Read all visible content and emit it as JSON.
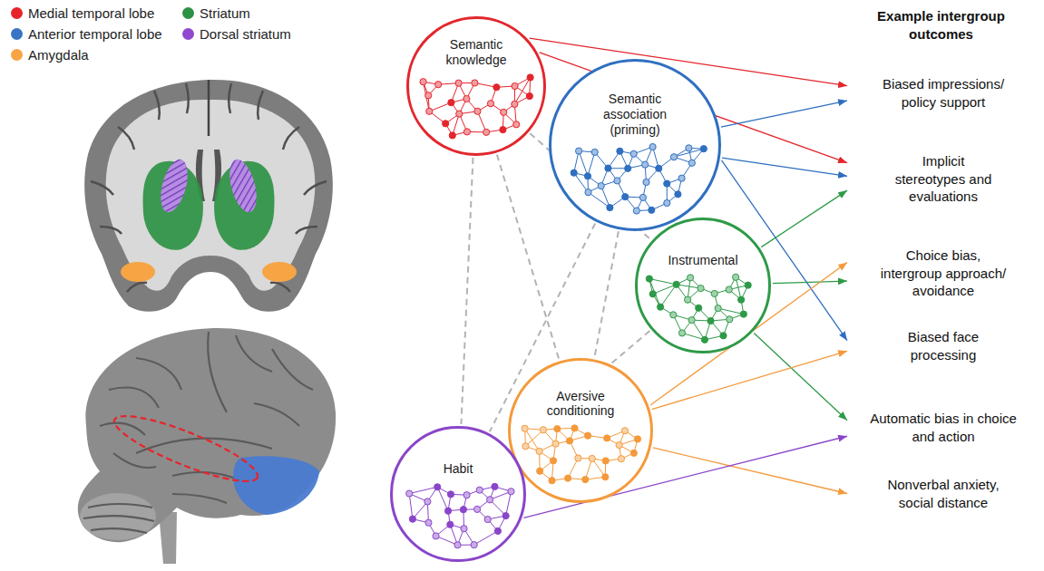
{
  "diagram": {
    "nodes": [
      {
        "text": [
          "Semantic knowledge"
        ]
      },
      {
        "text": [
          "Semantic association (priming)"
        ]
      },
      {
        "text": [
          "Instrumental"
        ]
      },
      {
        "text": [
          "Aversive conditioning"
        ]
      },
      {
        "text": [
          "Habit"
        ]
      },
      {
        "text": [
          "Biased impressions/ policy support"
        ]
      },
      {
        "text": [
          "Implicit stereotypes and evaluations"
        ]
      },
      {
        "text": [
          "Choice bias, intergroup approach/ avoidance"
        ]
      },
      {
        "text": [
          "Biased face processing"
        ]
      },
      {
        "text": [
          "Automatic bias in choice and action"
        ]
      },
      {
        "text": [
          "Nonverbal anxiety, social distance"
        ]
      }
    ],
    "edges": [
      {
        "from": 0,
        "to": 5,
        "arrow": "to"
      },
      {
        "from": 0,
        "to": 6,
        "arrow": "to"
      },
      {
        "from": 1,
        "to": 5,
        "arrow": "to"
      },
      {
        "from": 1,
        "to": 6,
        "arrow": "to"
      },
      {
        "from": 1,
        "to": 8,
        "arrow": "to"
      },
      {
        "from": 2,
        "to": 6,
        "arrow": "to"
      },
      {
        "from": 2,
        "to": 7,
        "arrow": "to"
      },
      {
        "from": 2,
        "to": 9,
        "arrow": "to"
      },
      {
        "from": 3,
        "to": 7,
        "arrow": "to"
      },
      {
        "from": 3,
        "to": 8,
        "arrow": "to"
      },
      {
        "from": 3,
        "to": 10,
        "arrow": "to"
      },
      {
        "from": 4,
        "to": 9,
        "arrow": "to"
      },
      {
        "from": 0,
        "to": 2,
        "arrow": "none"
      },
      {
        "from": 0,
        "to": 3,
        "arrow": "none"
      },
      {
        "from": 0,
        "to": 4,
        "arrow": "none"
      },
      {
        "from": 1,
        "to": 3,
        "arrow": "none"
      },
      {
        "from": 1,
        "to": 4,
        "arrow": "none"
      },
      {
        "from": 2,
        "to": 4,
        "arrow": "none"
      },
      {
        "from": 3,
        "to": 4,
        "arrow": "none"
      }
    ],
    "labels": [
      "Example intergroup outcomes"
    ],
    "legend": [
      {
        "text": "Medial temporal lobe",
        "color": "#e8242b"
      },
      {
        "text": "Striatum",
        "color": "#2e9244"
      },
      {
        "text": "Anterior temporal lobe",
        "color": "#3a74c4"
      },
      {
        "text": "Dorsal striatum",
        "color": "#9147cf"
      },
      {
        "text": "Amygdala",
        "color": "#f7a445"
      }
    ]
  }
}
